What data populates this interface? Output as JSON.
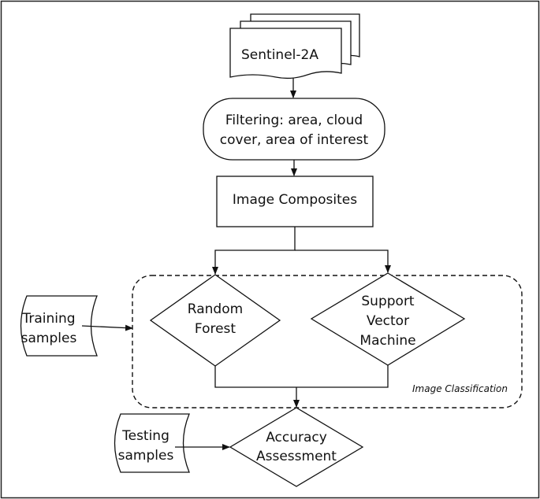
{
  "nodes": {
    "sentinel": "Sentinel-2A",
    "filtering": [
      "Filtering: area, cloud",
      "cover, area of interest"
    ],
    "composites": "Image Composites",
    "random_forest": [
      "Random",
      "Forest"
    ],
    "svm": [
      "Support",
      "Vector",
      "Machine"
    ],
    "training": [
      "Training",
      "samples"
    ],
    "testing": [
      "Testing",
      "samples"
    ],
    "accuracy": [
      "Accuracy",
      "Assessment"
    ]
  },
  "group": {
    "label": "Image Classification"
  }
}
